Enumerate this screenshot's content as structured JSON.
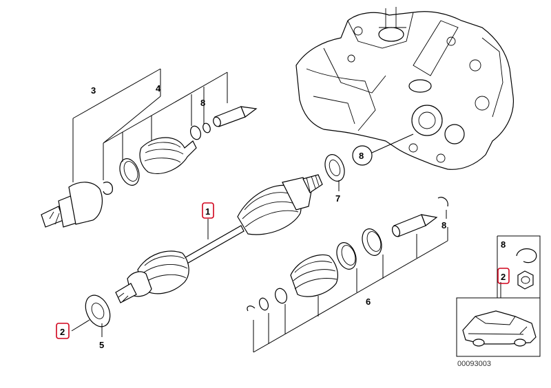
{
  "diagram": {
    "callouts": {
      "c1": "1",
      "c2_left": "2",
      "c3": "3",
      "c4": "4",
      "c5": "5",
      "c6": "6",
      "c7": "7",
      "c8_top": "8",
      "c8_circle": "8",
      "c8_right": "8"
    },
    "legend": {
      "item8": "8",
      "item2": "2"
    },
    "ref_number": "00093003",
    "highlight_color": "#d0021b"
  }
}
